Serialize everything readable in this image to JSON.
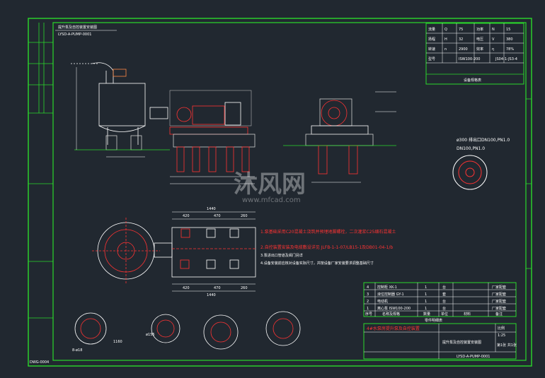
{
  "drawing": {
    "top_left_title": "提升泵及自控装置安装图",
    "top_left_code": "LYSD-A-PUMP-0001",
    "bottom_left_code": "DWG-0004",
    "nozzle_note_line1": "ø300 排出口DN100,PN1.0",
    "nozzle_note_line2": "DN100,PN1.0",
    "watermark_main": "沐风网",
    "watermark_sub": "www.mfcad.com"
  },
  "dimensions": {
    "plan_total_top": "1440",
    "plan_seg1": "420",
    "plan_seg2": "470",
    "plan_seg3": "260",
    "plan_total_bottom": "1440",
    "plan_bottom_seg1": "420",
    "plan_bottom_seg2": "470",
    "plan_bottom_seg3": "260",
    "detail1_dim": "1160",
    "detail1_bolt": "8-ø18",
    "detail2_dim": "ø155"
  },
  "notes": {
    "note1": "1.泵基础采用C20混凝土浇筑并预埋地脚螺栓，二次灌浆C25细石混凝土",
    "note2": "2.自控装置安装及电缆敷设详见 JLFB-1-1-07/LB15-1及DB01-04-1/b",
    "note3": "3.泵进出口管道及阀门另详",
    "note4": "4.设备安装前应核对设备实际尺寸，并按设备厂家安装要求调整基础尺寸"
  },
  "spec_table": {
    "rows": [
      [
        "流量",
        "Q",
        "75",
        "功率",
        "N",
        "15"
      ],
      [
        "扬程",
        "H",
        "32",
        "电压",
        "V",
        "380"
      ],
      [
        "转速",
        "n",
        "2900",
        "效率",
        "η",
        "78%"
      ],
      [
        "型号",
        "",
        "ISW100-200",
        "",
        "",
        "JS04-1-JS3-4"
      ]
    ],
    "caption": "设备规格表"
  },
  "parts_table": {
    "rows": [
      [
        "4",
        "控制柜 XK-1",
        "1",
        "台",
        "",
        "厂家配套"
      ],
      [
        "3",
        "液位控制器 GY-1",
        "1",
        "套",
        "",
        "厂家配套"
      ],
      [
        "2",
        "电动机",
        "1",
        "台",
        "",
        "厂家配套"
      ],
      [
        "1",
        "离心泵 ISW100-200",
        "1",
        "台",
        "",
        "厂家配套"
      ]
    ],
    "header": [
      "序号",
      "名称及规格",
      "数量",
      "单位",
      "材料",
      "备注"
    ],
    "caption": "零件明细表"
  },
  "title_block": {
    "project": "4#水泵房提升泵及自控装置",
    "drawing_name": "提升泵及自控装置安装图",
    "scale_label": "比例",
    "scale_value": "1:25",
    "sheet_label": "第1张 共1张",
    "drawing_no": "LYSD-A-PUMP-0001"
  }
}
